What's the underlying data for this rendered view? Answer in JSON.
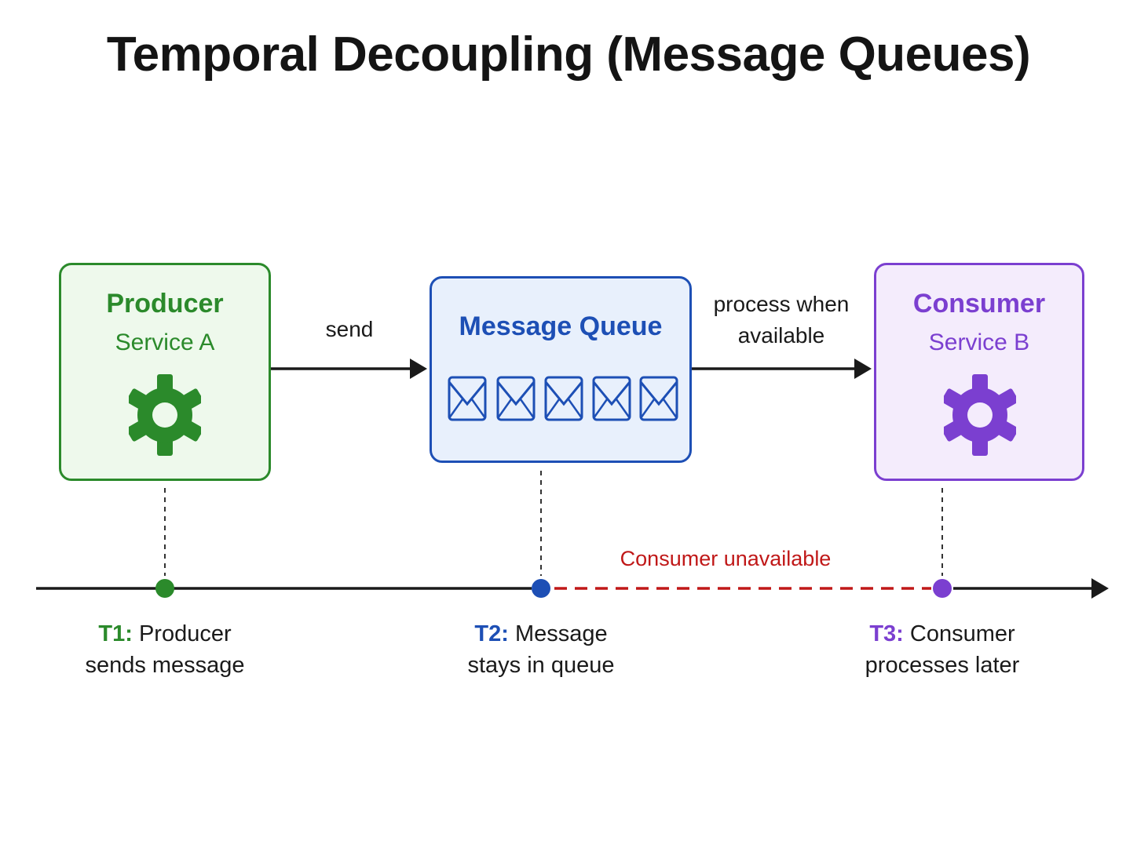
{
  "title": "Temporal Decoupling (Message Queues)",
  "colors": {
    "producer": "#2b8a2b",
    "queue": "#1d4fb5",
    "consumer": "#7b3fd0",
    "unavailable": "#c01818",
    "line": "#1a1a1a"
  },
  "nodes": {
    "producer": {
      "title": "Producer",
      "subtitle": "Service A",
      "icon": "gear-icon"
    },
    "queue": {
      "title": "Message Queue",
      "icon": "envelope-icon",
      "message_count": 5
    },
    "consumer": {
      "title": "Consumer",
      "subtitle": "Service B",
      "icon": "gear-icon"
    }
  },
  "edges": {
    "send": "send",
    "process_line1": "process when",
    "process_line2": "available"
  },
  "timeline": {
    "gap_label": "Consumer unavailable",
    "events": [
      {
        "key": "T1:",
        "line1": "Producer",
        "line2": "sends message"
      },
      {
        "key": "T2:",
        "line1": "Message",
        "line2": "stays in queue"
      },
      {
        "key": "T3:",
        "line1": "Consumer",
        "line2": "processes later"
      }
    ]
  }
}
